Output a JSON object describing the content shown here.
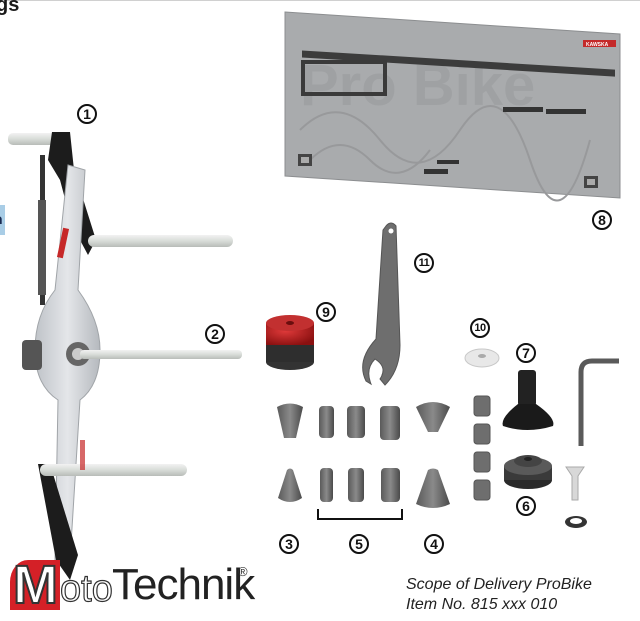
{
  "page": {
    "heading_fragment": "gs",
    "side_tab_fragment": "n"
  },
  "callouts": [
    {
      "id": "1",
      "label": "1",
      "part": "stand-arm-assembly"
    },
    {
      "id": "2",
      "label": "2",
      "part": "axle-rods"
    },
    {
      "id": "3",
      "label": "3",
      "part": "small-cones"
    },
    {
      "id": "4",
      "label": "4",
      "part": "large-cones"
    },
    {
      "id": "5",
      "label": "5",
      "part": "adapter-sleeves"
    },
    {
      "id": "6",
      "label": "6",
      "part": "base-adapter"
    },
    {
      "id": "7",
      "label": "7",
      "part": "black-mount"
    },
    {
      "id": "8",
      "label": "8",
      "part": "wall-panel"
    },
    {
      "id": "9",
      "label": "9",
      "part": "red-adapter"
    },
    {
      "id": "10",
      "label": "10",
      "part": "white-washer"
    },
    {
      "id": "11",
      "label": "11",
      "part": "hook-spanner"
    }
  ],
  "wall_panel": {
    "brand_badge": "KAWSKA",
    "watermark": "Pro Bike"
  },
  "logo": {
    "first_letter": "M",
    "part2": "oto",
    "part3": "Technik",
    "registered": "®",
    "accent_color": "#d42027"
  },
  "caption": {
    "line1": "Scope of Delivery ProBike",
    "line2": "Item No. 815 xxx 010"
  }
}
